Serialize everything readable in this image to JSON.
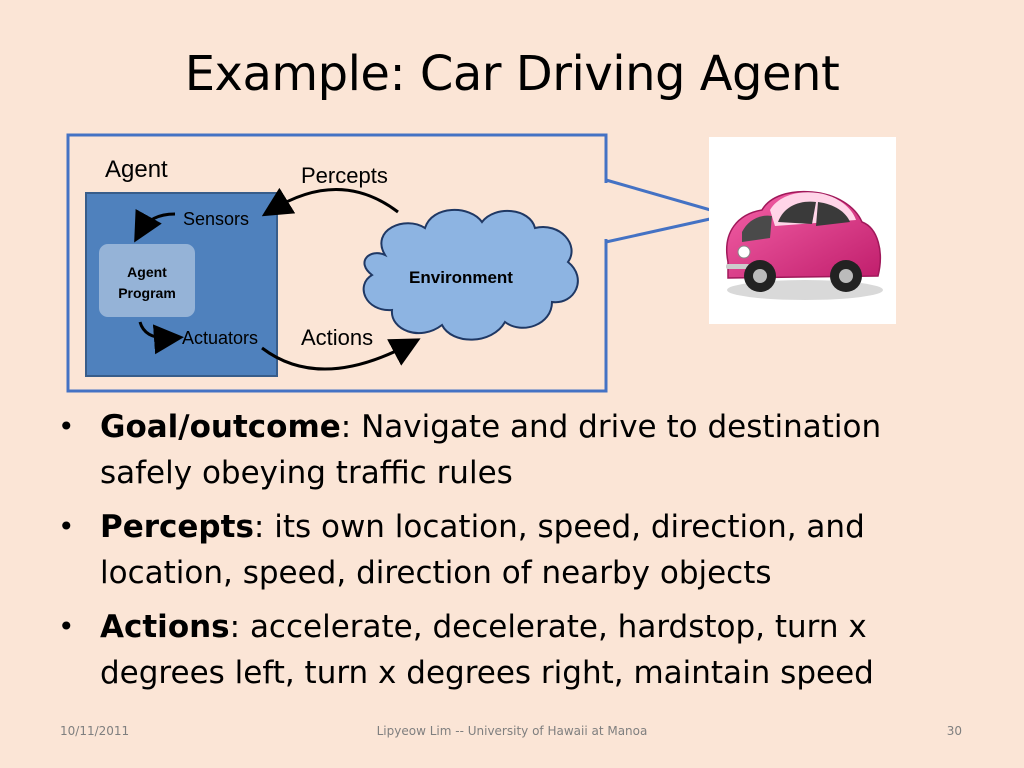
{
  "slide": {
    "title": "Example: Car Driving Agent"
  },
  "diagram": {
    "agent_label": "Agent",
    "sensors_label": "Sensors",
    "agent_program_line1": "Agent",
    "agent_program_line2": "Program",
    "actuators_label": "Actuators",
    "percepts_label": "Percepts",
    "actions_label": "Actions",
    "environment_label": "Environment",
    "car_picture": "pink-car-image"
  },
  "bullets": [
    {
      "term": "Goal/outcome",
      "text": ": Navigate and drive to destination safely obeying traffic rules"
    },
    {
      "term": "Percepts",
      "text": ": its own location, speed, direction, and location, speed, direction of nearby objects"
    },
    {
      "term": "Actions",
      "text": ": accelerate, decelerate, hardstop, turn x degrees left, turn x degrees right, maintain speed"
    }
  ],
  "footer": {
    "date": "10/11/2011",
    "author": "Lipyeow Lim -- University of Hawaii at Manoa",
    "page": "30"
  },
  "colors": {
    "background": "#fbe5d6",
    "frame_stroke": "#4472c4",
    "agent_box": "#4f81bd",
    "program_box": "#95b3d7",
    "cloud_fill": "#8db4e2",
    "car_body": "#e6338a"
  }
}
